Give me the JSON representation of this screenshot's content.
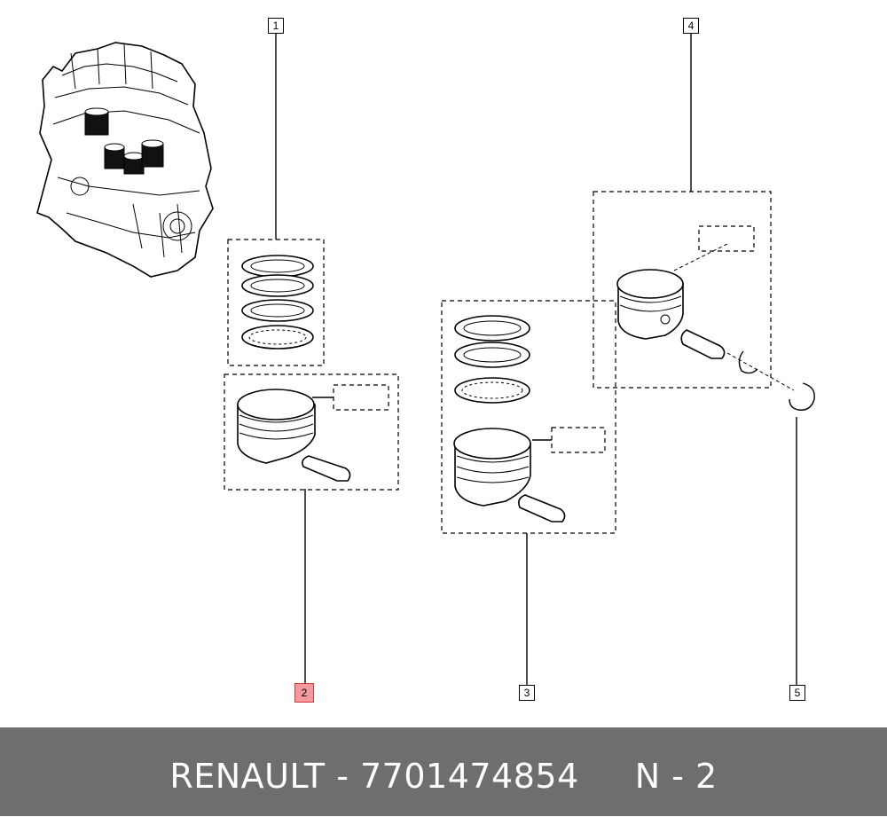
{
  "callouts": {
    "c1": "1",
    "c2": "2",
    "c3": "3",
    "c4": "4",
    "c5": "5"
  },
  "highlight_color": "#f39a9f",
  "footer": {
    "brand": "RENAULT",
    "separator": " - ",
    "part_number": "7701474854",
    "position_label": "N - 2",
    "background": "#6e6e6e"
  }
}
